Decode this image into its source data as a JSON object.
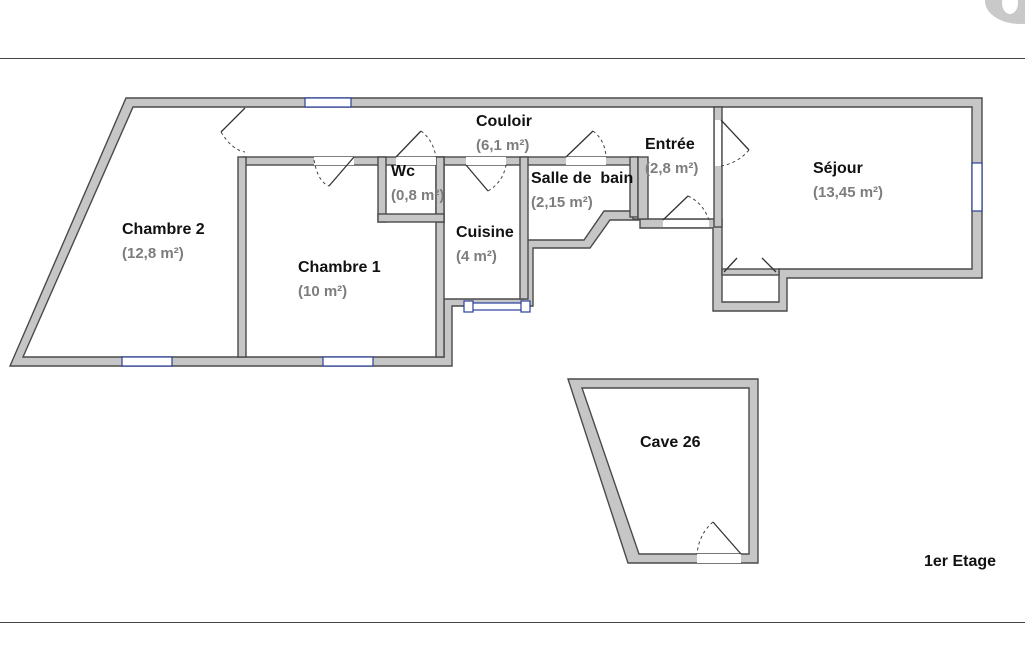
{
  "rooms": {
    "chambre2": {
      "name": "Chambre 2",
      "area": "(12,8 m²)"
    },
    "chambre1": {
      "name": "Chambre 1",
      "area": "(10 m²)"
    },
    "couloir": {
      "name": "Couloir",
      "area": "(6,1 m²)"
    },
    "wc": {
      "name": "Wc",
      "area": "(0,8 m²)"
    },
    "cuisine": {
      "name": "Cuisine",
      "area": "(4 m²)"
    },
    "salle_de_bain": {
      "name": "Salle de  bain",
      "area": "(2,15 m²)"
    },
    "entree": {
      "name": "Entrée",
      "area": "(2,8 m²)"
    },
    "sejour": {
      "name": "Séjour",
      "area": "(13,45 m²)"
    },
    "cave": {
      "name": "Cave 26"
    }
  },
  "floor_label": "1er Etage",
  "colors": {
    "wall_fill": "#c6c6c6",
    "wall_edge": "#4a4a4a",
    "window": "#2b3f9c",
    "text_area": "#7d7d7d"
  }
}
